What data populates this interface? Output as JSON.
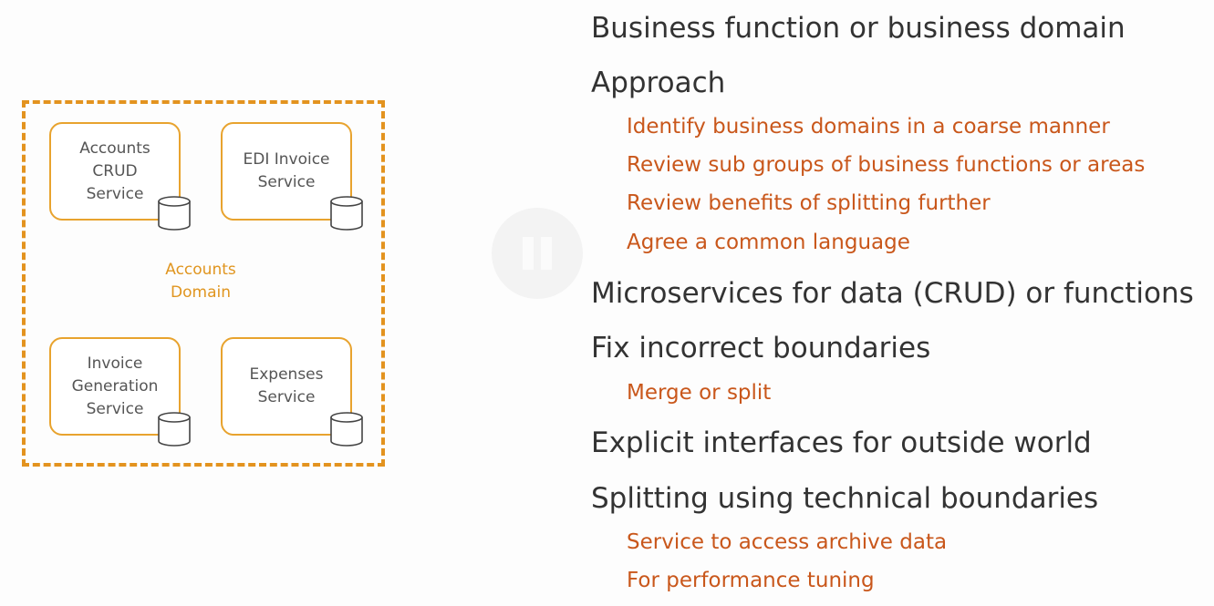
{
  "diagram": {
    "domain_label": "Accounts\nDomain",
    "services": [
      {
        "name": "Accounts\nCRUD\nService"
      },
      {
        "name": "EDI Invoice\nService"
      },
      {
        "name": "Invoice\nGeneration\nService"
      },
      {
        "name": "Expenses\nService"
      }
    ],
    "colors": {
      "domain_border": "#e3931f",
      "service_border": "#e8a32e"
    }
  },
  "media": {
    "pause_icon": "pause-icon"
  },
  "bullets": [
    {
      "text": "Business function or business domain",
      "subitems": []
    },
    {
      "text": "Approach",
      "subitems": [
        "Identify business domains in a coarse manner",
        "Review sub groups of business functions or areas",
        "Review benefits of splitting further",
        "Agree a common language"
      ]
    },
    {
      "text": "Microservices for data (CRUD) or functions",
      "subitems": []
    },
    {
      "text": "Fix incorrect boundaries",
      "subitems": [
        "Merge or split"
      ]
    },
    {
      "text": "Explicit interfaces for outside world",
      "subitems": []
    },
    {
      "text": "Splitting using technical boundaries",
      "subitems": [
        "Service to access archive data",
        "For performance tuning"
      ]
    }
  ],
  "colors": {
    "heading": "#333333",
    "subitem": "#c9571b"
  }
}
